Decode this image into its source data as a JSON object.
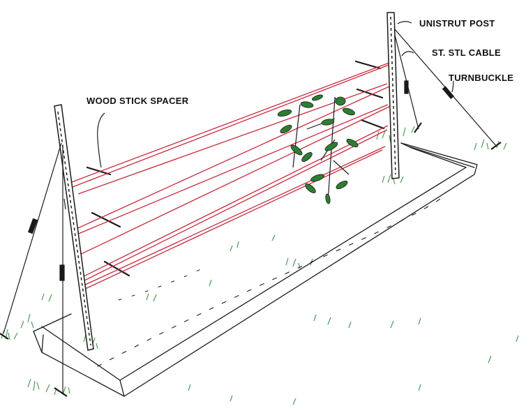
{
  "labels": {
    "unistrut_post": "UNISTRUT POST",
    "stl_cable": "ST. STL CABLE",
    "turnbuckle": "TURNBUCKLE",
    "wood_stick_spacer": "WOOD STICK SPACER"
  },
  "colors": {
    "trellis_wire": "#c8283c",
    "ink": "#1a1a1a",
    "grass": "#2e8a3a",
    "leaf": "#2e7d32"
  }
}
